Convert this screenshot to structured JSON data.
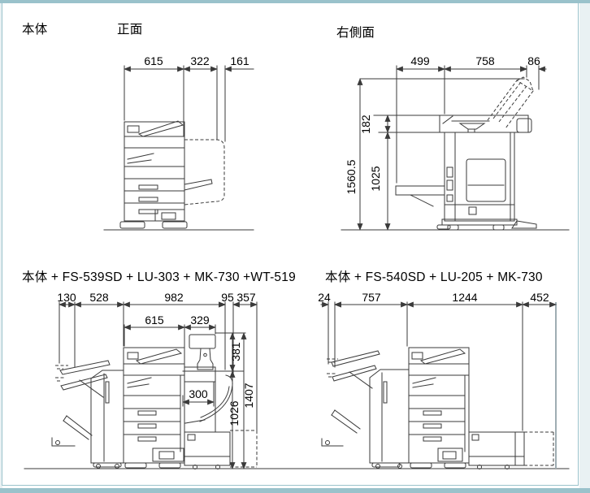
{
  "labels": {
    "main_unit": "本体",
    "front_view": "正面",
    "right_side_view": "右側面",
    "config_left": "本体 + FS-539SD + LU-303 + MK-730 +WT-519",
    "config_right": "本体 + FS-540SD + LU-205 + MK-730"
  },
  "front": {
    "body_width": "615",
    "tray_width": "322",
    "tray_ext": "161"
  },
  "side": {
    "tray_depth": "499",
    "body_depth": "758",
    "adf_overhang": "86",
    "total_height": "1560.5",
    "scanner_height": "182",
    "body_height": "1025"
  },
  "config_left_dims": {
    "tray_tip": "130",
    "finisher_width": "528",
    "group_width": "982",
    "gap": "95",
    "banner_width": "357",
    "body_width": "615",
    "lu_width": "329",
    "wt_height": "381",
    "lu_tray_width": "300",
    "lu_height": "1026",
    "wt_top_height": "1407"
  },
  "config_right_dims": {
    "tray_tip": "24",
    "finisher_width": "757",
    "group_width": "1244",
    "lu_ext": "452"
  },
  "frame": {
    "teal": "#9ac2cb",
    "light_band": "#e9f1f3"
  }
}
